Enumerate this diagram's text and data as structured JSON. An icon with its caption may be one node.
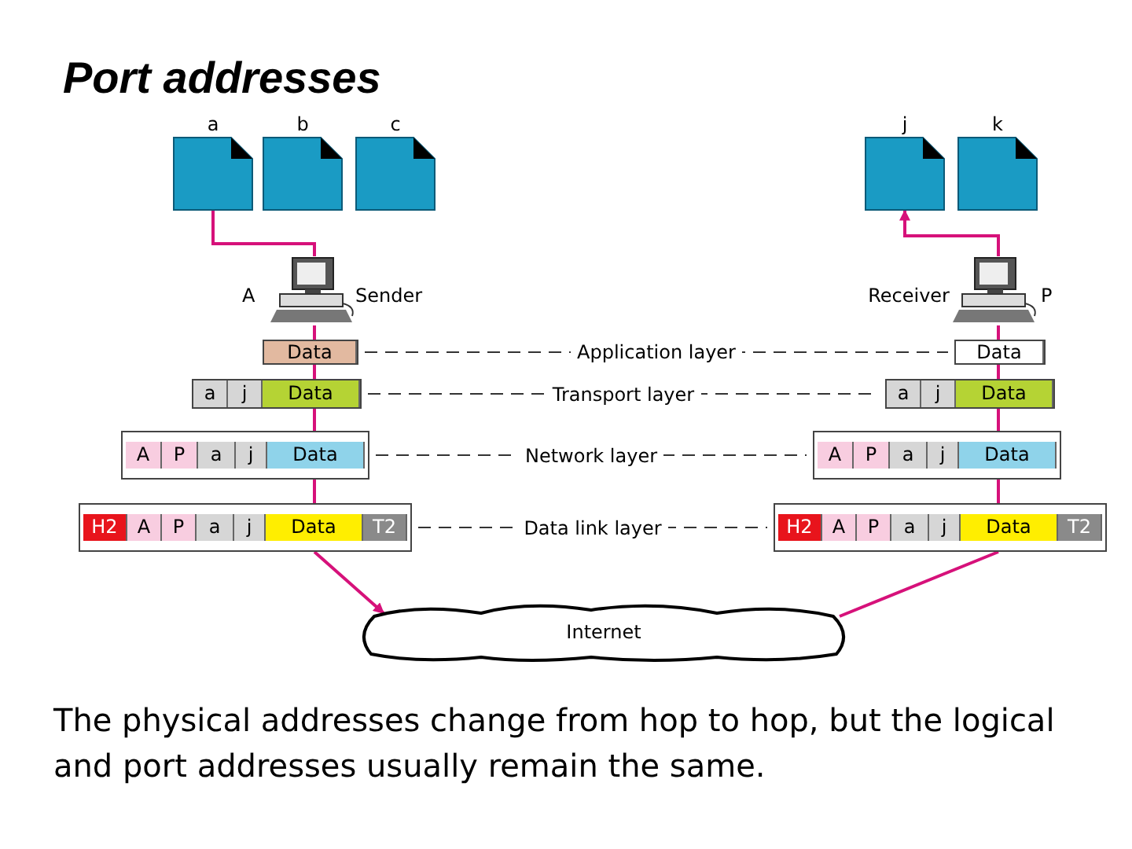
{
  "diagram": {
    "title": "Port addresses",
    "caption": "The physical addresses change from hop to hop, but the logical and port addresses usually remain the same.",
    "nodes": [
      {
        "text": [
          "a"
        ]
      },
      {
        "text": [
          "b"
        ]
      },
      {
        "text": [
          "c"
        ]
      },
      {
        "text": [
          "j"
        ]
      },
      {
        "text": [
          "k"
        ]
      },
      {
        "text": [
          "A",
          "Sender"
        ]
      },
      {
        "text": [
          "Receiver",
          "P"
        ]
      },
      {
        "text": [
          "Data"
        ]
      },
      {
        "text": [
          "a",
          "j",
          "Data"
        ]
      },
      {
        "text": [
          "A",
          "P",
          "a",
          "j",
          "Data"
        ]
      },
      {
        "text": [
          "H2",
          "A",
          "P",
          "a",
          "j",
          "Data",
          "T2"
        ]
      },
      {
        "text": [
          "Data"
        ]
      },
      {
        "text": [
          "a",
          "j",
          "Data"
        ]
      },
      {
        "text": [
          "A",
          "P",
          "a",
          "j",
          "Data"
        ]
      },
      {
        "text": [
          "H2",
          "A",
          "P",
          "a",
          "j",
          "Data",
          "T2"
        ]
      },
      {
        "text": [
          "Internet"
        ]
      }
    ],
    "edges": [
      {
        "from": 0,
        "to": 5,
        "arrow": "none"
      },
      {
        "from": 5,
        "to": 7,
        "arrow": "none"
      },
      {
        "from": 7,
        "to": 8,
        "arrow": "none"
      },
      {
        "from": 8,
        "to": 9,
        "arrow": "none"
      },
      {
        "from": 9,
        "to": 10,
        "arrow": "none"
      },
      {
        "from": 10,
        "to": 15,
        "arrow": "to"
      },
      {
        "from": 15,
        "to": 14,
        "arrow": "none"
      },
      {
        "from": 14,
        "to": 13,
        "arrow": "none"
      },
      {
        "from": 13,
        "to": 12,
        "arrow": "none"
      },
      {
        "from": 12,
        "to": 11,
        "arrow": "none"
      },
      {
        "from": 11,
        "to": 6,
        "arrow": "none"
      },
      {
        "from": 6,
        "to": 3,
        "arrow": "to"
      },
      {
        "from": 7,
        "to": 11,
        "arrow": "none",
        "label": "Application layer",
        "style": "dashed",
        "color": "#333333"
      },
      {
        "from": 8,
        "to": 12,
        "arrow": "none",
        "label": "Transport layer",
        "style": "dashed",
        "color": "#333333"
      },
      {
        "from": 9,
        "to": 13,
        "arrow": "none",
        "label": "Network layer",
        "style": "dashed",
        "color": "#333333"
      },
      {
        "from": 10,
        "to": 14,
        "arrow": "none",
        "label": "Data link layer",
        "style": "dashed",
        "color": "#333333"
      }
    ]
  }
}
